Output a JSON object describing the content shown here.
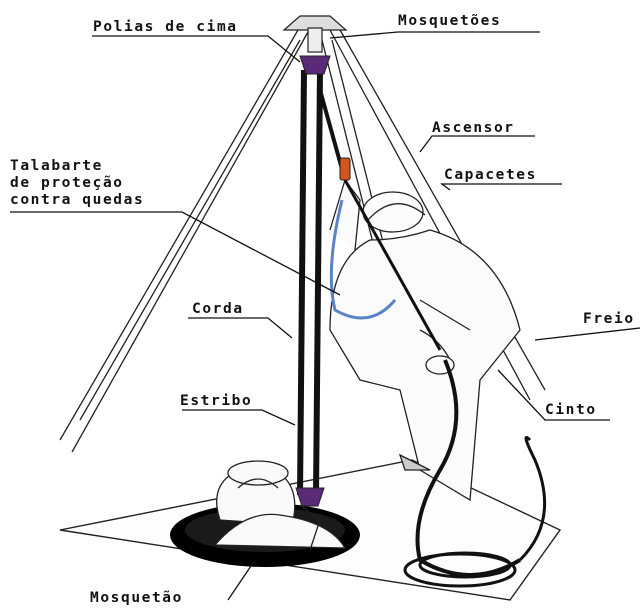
{
  "labels": {
    "polias_de_cima": "Polias de cima",
    "mosquetoes": "Mosquetões",
    "ascensor": "Ascensor",
    "talabarte_line1": "Talabarte",
    "talabarte_line2": "de proteção",
    "talabarte_line3": "contra quedas",
    "capacetes": "Capacetes",
    "corda": "Corda",
    "freio": "Freio",
    "estribo": "Estribo",
    "cinto": "Cinto",
    "mosquetao": "Mosquetão"
  },
  "colors": {
    "line": "#111111",
    "pulley": "#5a2a78",
    "ascender": "#d4541c",
    "lanyard": "#5b84c6",
    "hole": "#000000"
  }
}
